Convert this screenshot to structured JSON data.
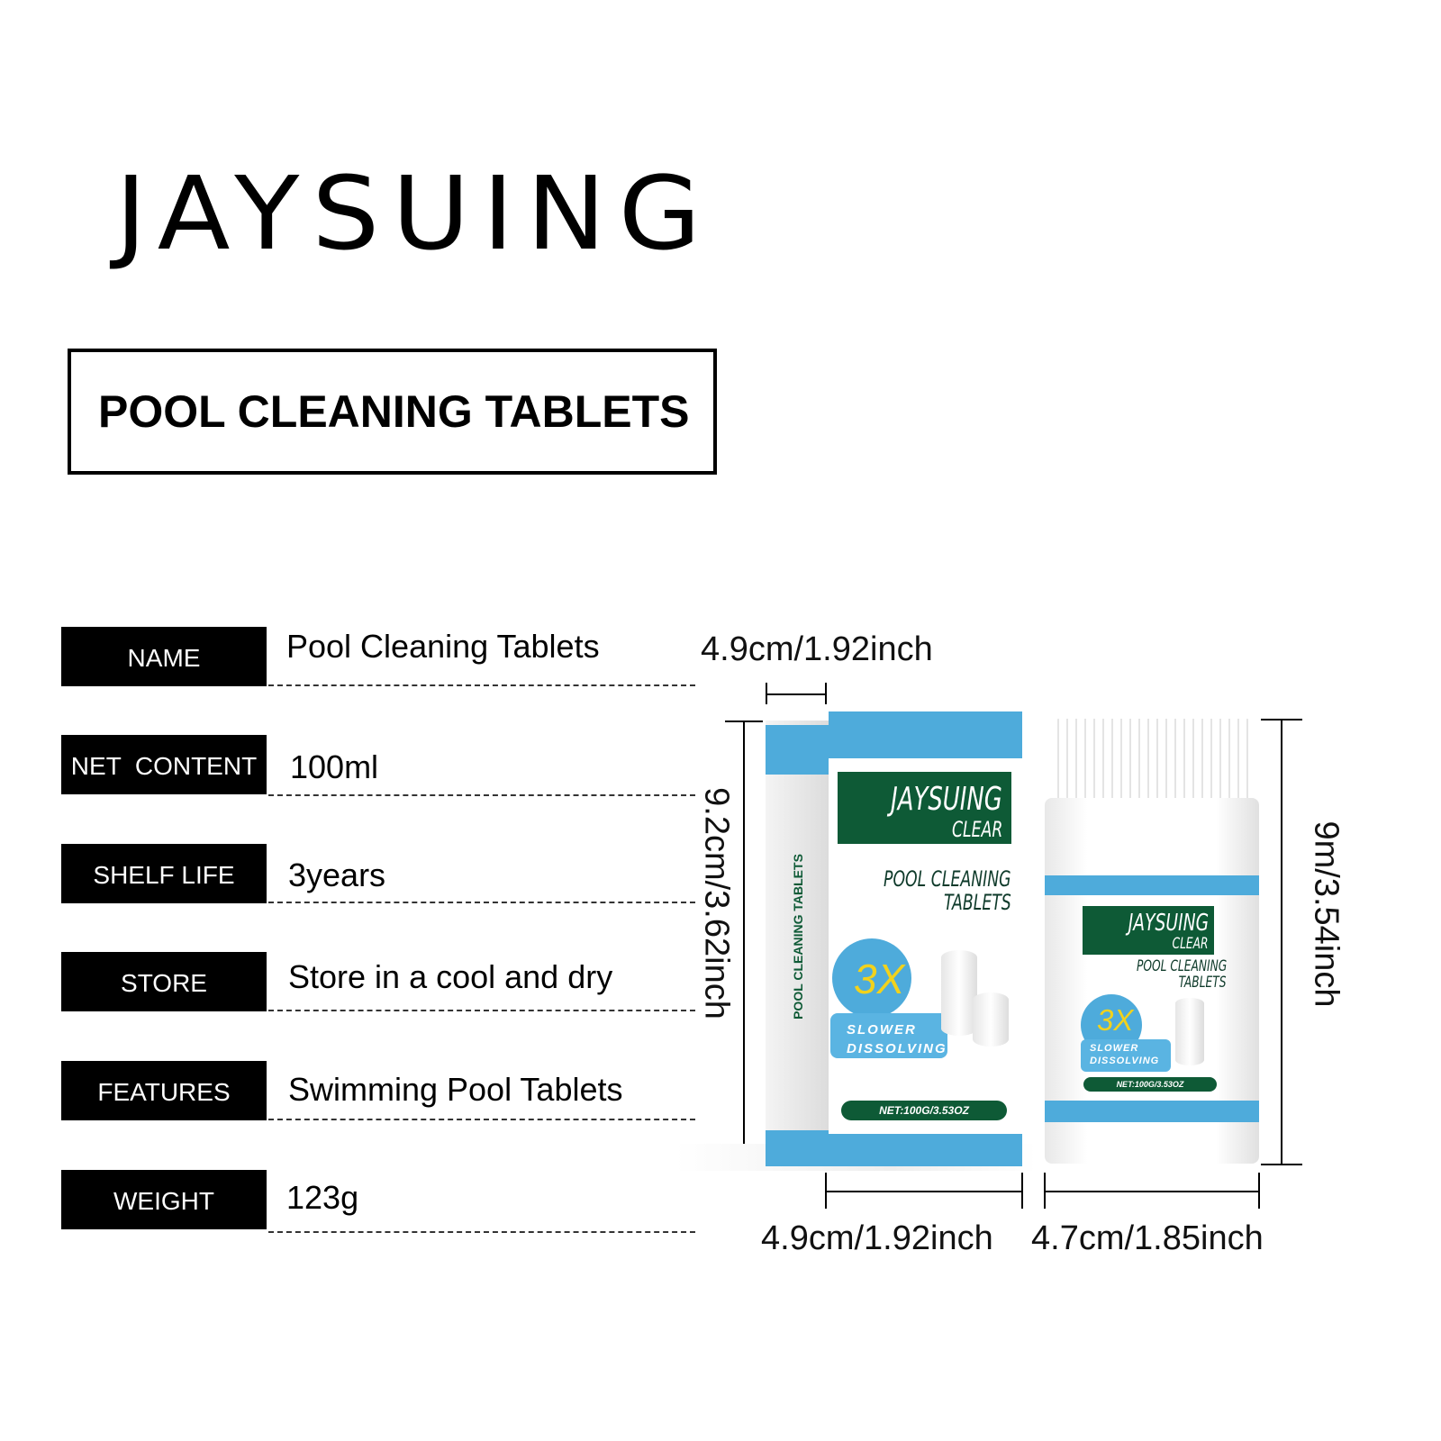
{
  "brand": "JAYSUING",
  "title": "POOL CLEANING TABLETS",
  "specs": [
    {
      "label": "NAME",
      "value": "Pool Cleaning Tablets"
    },
    {
      "label": "NET  CONTENT",
      "value": "100ml"
    },
    {
      "label": "SHELF LIFE",
      "value": "3years"
    },
    {
      "label": "STORE",
      "value": "Store in a cool and dry"
    },
    {
      "label": "FEATURES",
      "value": "Swimming Pool Tablets"
    },
    {
      "label": "WEIGHT",
      "value": "123g"
    }
  ],
  "dimensions": {
    "box_depth": "4.9cm/1.92inch",
    "box_height": "9.2cm/3.62inch",
    "box_width": "4.9cm/1.92inch",
    "bottle_width": "4.7cm/1.85inch",
    "bottle_height": "9m/3.54inch"
  },
  "package": {
    "brand": "JAYSUING",
    "sub": "CLEAR",
    "line1": "POOL CLEANING",
    "line2": "TABLETS",
    "badge": "3X",
    "slow1": "SLOWER",
    "slow2": "DISSOLVING",
    "net": "NET:100G/3.53OZ",
    "side": "POOL CLEANING TABLETS"
  },
  "colors": {
    "blue": "#4eabdb",
    "green": "#0e5a36",
    "yellow": "#f2d21c"
  }
}
